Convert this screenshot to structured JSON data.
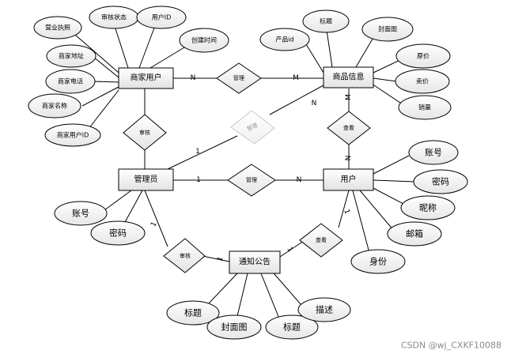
{
  "entities": {
    "merchant": "商家用户",
    "product": "商品信息",
    "admin": "管理员",
    "user": "用户",
    "notice": "通知公告"
  },
  "relations": {
    "merchant_product": "管理",
    "merchant_admin": "审核",
    "admin_product": "管理",
    "admin_user": "管理",
    "product_user": "查看",
    "admin_notice": "审核",
    "notice_user": "查看"
  },
  "cardinalities": {
    "merchant_product_n": "N",
    "merchant_product_m": "M",
    "admin_product_1": "1",
    "admin_product_n": "N",
    "admin_user_1": "1",
    "admin_user_n": "N",
    "product_user_m": "M",
    "product_user_n": "N",
    "admin_notice_1": "1",
    "admin_notice_n": "1",
    "notice_user_1": "1",
    "notice_user_n": "1"
  },
  "attributes": {
    "merchant": {
      "business_license": "营业执照",
      "review_status": "审核状态",
      "user_id": "用户ID",
      "create_time": "创建时间",
      "address": "商家地址",
      "phone": "商家电话",
      "name": "商家名称",
      "username": "商家用户ID"
    },
    "product": {
      "product_id": "产品id",
      "title": "标题",
      "cover": "封面图",
      "original_price": "原价",
      "sale_price": "卖价",
      "sales": "销量"
    },
    "admin": {
      "account": "账号",
      "password": "密码"
    },
    "user": {
      "account": "账号",
      "password": "密码",
      "nickname": "昵称",
      "email": "邮箱",
      "id_card": "身份"
    },
    "notice": {
      "title": "标题",
      "cover": "封面图",
      "subtitle": "标题",
      "description": "描述"
    }
  },
  "watermark": "CSDN @wj_CXKF10088"
}
